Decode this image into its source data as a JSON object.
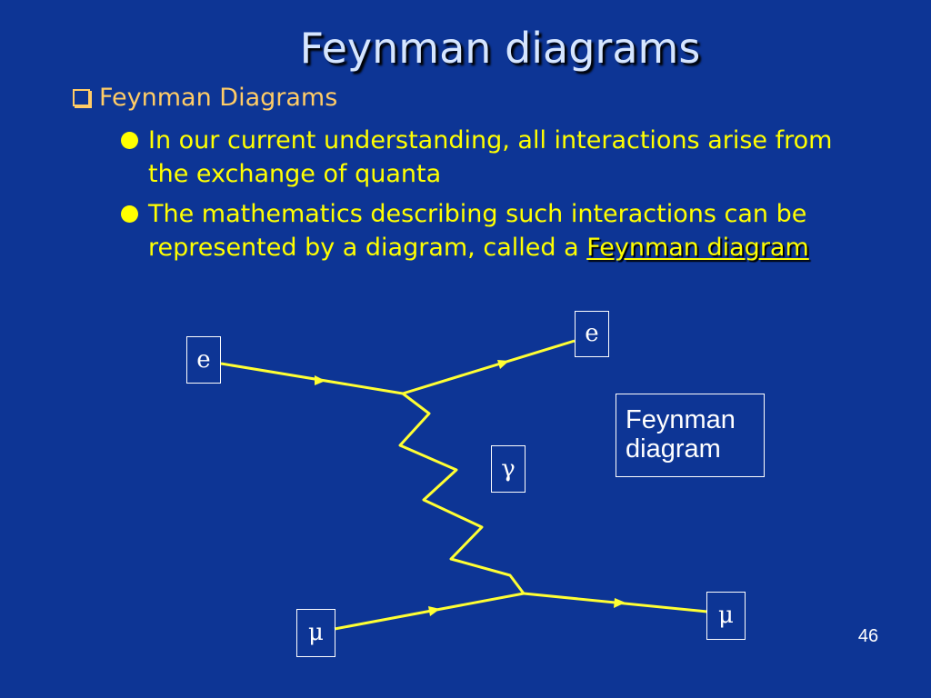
{
  "slide": {
    "title": "Feynman diagrams",
    "level1": "Feynman Diagrams",
    "bullets": [
      {
        "text": "In our current understanding, all interactions arise from the exchange of quanta"
      },
      {
        "text": "The mathematics describing such interactions can be represented by a diagram, called a ",
        "emphasis": "Feynman diagram"
      }
    ],
    "page_number": "46"
  },
  "diagram": {
    "labels": {
      "electron_in": "e",
      "electron_out": "e",
      "photon": "γ",
      "muon_in": "μ",
      "muon_out": "μ"
    },
    "caption_line1": "Feynman",
    "caption_line2": "diagram",
    "line_color": "#ffff33"
  },
  "colors": {
    "background": "#0d3595",
    "title": "#d6e6ff",
    "level1_text": "#ffcc66",
    "bullet_text": "#ffff00"
  }
}
